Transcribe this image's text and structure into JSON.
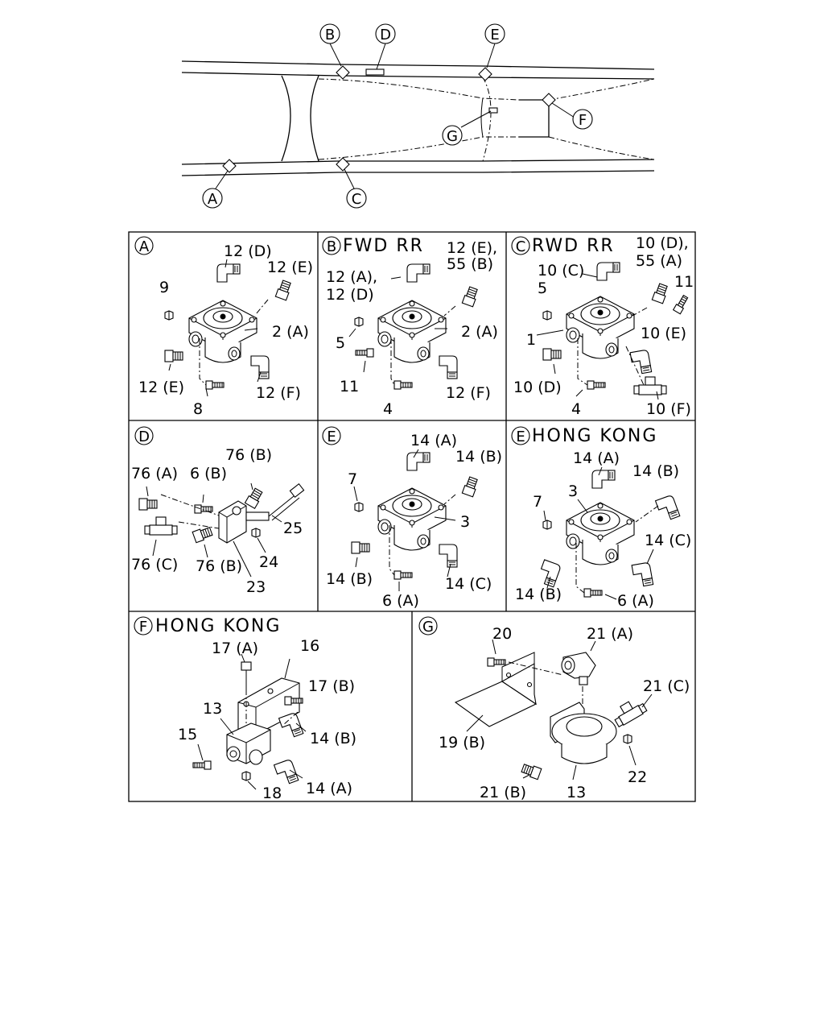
{
  "frame": {
    "callouts": [
      "B",
      "D",
      "E",
      "F",
      "G",
      "A",
      "C"
    ]
  },
  "panels": {
    "A": {
      "letter": "A",
      "title": "",
      "labels": [
        "12 (D)",
        "12 (E)",
        "9",
        "2 (A)",
        "12 (E)",
        "8",
        "12 (F)"
      ]
    },
    "B": {
      "letter": "B",
      "title": "FWD  RR",
      "labels": [
        "12 (E),",
        "55 (B)",
        "12 (A),",
        "12 (D)",
        "5",
        "2 (A)",
        "11",
        "4",
        "12 (F)"
      ]
    },
    "C": {
      "letter": "C",
      "title": "RWD  RR",
      "labels": [
        "10 (D),",
        "55 (A)",
        "10 (C)",
        "5",
        "11",
        "1",
        "10 (E)",
        "10 (D)",
        "4",
        "10 (F)"
      ]
    },
    "D": {
      "letter": "D",
      "title": "",
      "labels": [
        "76 (B)",
        "76 (A)",
        "6 (B)",
        "25",
        "76 (C)",
        "76 (B)",
        "24",
        "23"
      ]
    },
    "E": {
      "letter": "E",
      "title": "",
      "labels": [
        "14 (A)",
        "14 (B)",
        "7",
        "3",
        "14 (B)",
        "14 (C)",
        "6 (A)"
      ]
    },
    "E2": {
      "letter": "E",
      "title": "HONG  KONG",
      "labels": [
        "14 (A)",
        "3",
        "14 (B)",
        "7",
        "14 (C)",
        "14 (B)",
        "6 (A)"
      ]
    },
    "F": {
      "letter": "F",
      "title": "HONG  KONG",
      "labels": [
        "17 (A)",
        "16",
        "17 (B)",
        "13",
        "14 (B)",
        "15",
        "18",
        "14 (A)"
      ]
    },
    "G": {
      "letter": "G",
      "title": "",
      "labels": [
        "20",
        "21 (A)",
        "21 (C)",
        "19 (B)",
        "22",
        "21 (B)",
        "13"
      ]
    }
  }
}
